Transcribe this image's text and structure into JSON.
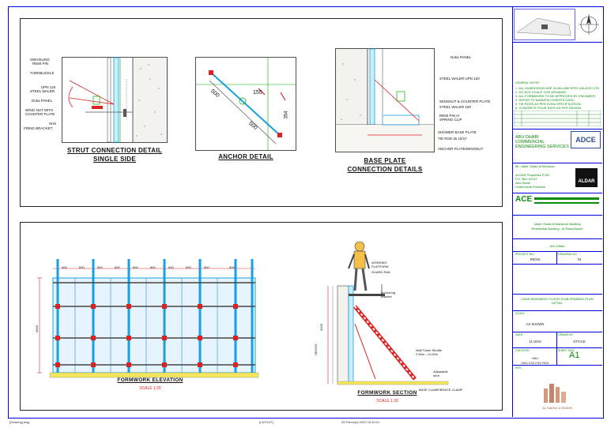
{
  "panel1": {
    "strut": {
      "title_line1": "STRUT CONNECTION DETAIL",
      "title_line2": "SINGLE SIDE",
      "labels": [
        "SWIVELING",
        "REMI PIN",
        "TURNBUCKLE",
        "UPN 120",
        "STEEL WALER",
        "Doka PANEL",
        "WING NUT WITH",
        "COUNTER PLATE",
        "SHS",
        "FRING BRACKET"
      ]
    },
    "anchor": {
      "title": "ANCHOR DETAIL",
      "dims": [
        "500",
        "155",
        "500",
        "354"
      ]
    },
    "base": {
      "title_line1": "BASE PLATE",
      "title_line2": "CONNECTION DETAILS",
      "labels": [
        "Doka PANEL",
        "STEEL WALER UPN 120",
        "WINGNUT & COUNTER PLATE",
        "STEEL WALER 100",
        "REMI PIN  A/",
        "SPRING CLIP",
        "SHOWER BASE PLATE",
        "TIE ROD ds 15/17",
        "ANCHOR PLATE/WINGNUT"
      ]
    }
  },
  "panel2": {
    "elevation": {
      "title": "FORMWORK ELEVATION",
      "scale": "SCALE 1:20",
      "top_dims": [
        "600",
        "600",
        "600",
        "600",
        "600",
        "600",
        "600",
        "600",
        "600",
        "600"
      ],
      "height_dim": "3000"
    },
    "section": {
      "title": "FORMWORK SECTION",
      "scale": "SCALE 1:30",
      "labels": [
        "WORKING",
        "PLATFORM",
        "GUARD RAIL",
        "Anchoring",
        "Bracket",
        "Wall Tower Shuttle",
        "2.50m - ±3.00m",
        "Adjustable",
        "strut",
        "BASE CLAMP/BRACE CLAMP"
      ],
      "vdims": [
        "3200",
        "HEIGHT"
      ]
    }
  },
  "title_block": {
    "general_notes_title": "GENERAL NOTES",
    "notes": [
      "1. ALL DIMENSIONS ARE IN MILLIMETERS UNLESS OTHERWISE NOTED.",
      "2. DO NOT SCALE THIS DRAWING.",
      "3. ALL FORMWORK TO BE APPROVED BY ENGINEER.",
      "4. REFER TO MANUFACTURER'S DATA.",
      "5. TIE RODS AS PER DOKA SPECIFICATION.",
      "6. CONCRETE POUR RATE AS PER DESIGN."
    ],
    "consultant_name": "ABU DHABI COMMERCIAL ENGINEERING SERVICES",
    "consultant_logo": "ADCE",
    "client_label": "Mr. Jaber Obaid Al Mansoori",
    "owner_logo": "ALDAR",
    "owner_lines": [
      "ALDAR Properties PJSC",
      "P.O. Box 51133",
      "Abu Dhabi",
      "United Arab Emirates"
    ],
    "contractor_logo": "ACE",
    "project_lines": [
      "Jaber Obaid Al Mansoori Building",
      "Residential Building - Al Raha Beach"
    ],
    "location": "Abu Dhabi",
    "caps": [
      "PROJECT NO.",
      "DRAWING NO.",
      "SCALE",
      "DATE",
      "DRAWN BY",
      "CHECKED",
      "SHEET SIZE",
      "REV."
    ],
    "vals": [
      "RE015",
      "04",
      "AS SHOWN",
      "11-2019",
      "DT/ACE",
      "NWJ",
      "DWG-CSD-FWS-FM01",
      "A1"
    ],
    "drawing_title": "CASE BASEMENT FLOOR SLAB FRAMING PLAN DETAIL",
    "sheet_size": "A1",
    "bottom_logo": "AL SAEED & SHAYB"
  },
  "footer": {
    "left": "[Drawing].dwg",
    "mid": "[LAYOUT]",
    "right": "28 February 2020 10:40:01"
  },
  "colors": {
    "frame": "#0000dd",
    "tb_text": "#0a8a0a",
    "panel_blue": "#1aa0e0",
    "clamp": "#dd2222"
  }
}
